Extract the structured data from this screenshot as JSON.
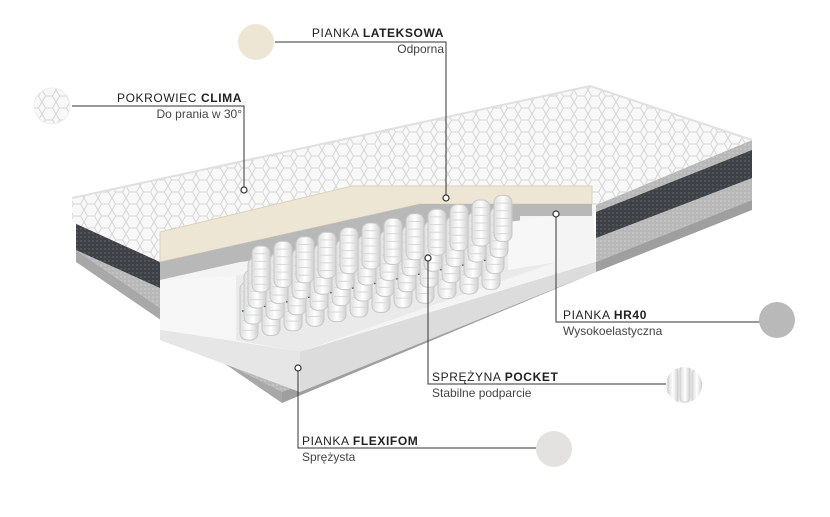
{
  "colors": {
    "background": "#ffffff",
    "cover": "#f7f7f7",
    "latex": "#ede6d4",
    "flexifom": "#dedede",
    "hr40": "#bdbdbd",
    "band": "#45484d",
    "base_grey": "#b9b9b9"
  },
  "callouts": {
    "latex": {
      "title_plain": "PIANKA ",
      "title_bold": "LATEKSOWA",
      "subtitle": "Odporna",
      "icon": "latex-foam-swatch"
    },
    "clima": {
      "title_plain": "POKROWIEC ",
      "title_bold": "CLIMA",
      "subtitle": "Do prania w 30°",
      "icon": "quilted-cover-swatch"
    },
    "hr40": {
      "title_plain": "PIANKA ",
      "title_bold": "HR40",
      "subtitle": "Wysokoelastyczna",
      "icon": "hr40-foam-swatch"
    },
    "pocket": {
      "title_plain": "SPRĘŻYNA ",
      "title_bold": "POCKET",
      "subtitle": "Stabilne podparcie",
      "icon": "pocket-spring-swatch"
    },
    "flexifom": {
      "title_plain": "PIANKA ",
      "title_bold": "FLEXIFOM",
      "subtitle": "Sprężysta",
      "icon": "flexifom-foam-swatch"
    }
  }
}
